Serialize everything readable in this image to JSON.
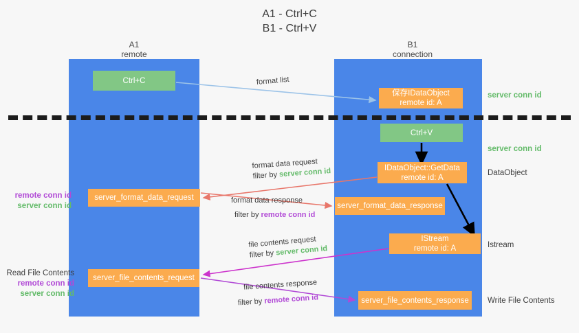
{
  "title": {
    "line1": "A1 - Ctrl+C",
    "line2": "B1 - Ctrl+V"
  },
  "columns": [
    {
      "name": "A1",
      "role": "remote"
    },
    {
      "name": "B1",
      "role": "connection"
    }
  ],
  "nodes": {
    "ctrl_c": {
      "line1": "Ctrl+C",
      "line2": "",
      "color": "#82c785"
    },
    "save_idataobject": {
      "line1": "保存IDataObject",
      "line2": "remote id: A",
      "color": "#fbab4e"
    },
    "ctrl_v": {
      "line1": "Ctrl+V",
      "line2": "",
      "color": "#82c785"
    },
    "getdata": {
      "line1": "IDataObject::GetData",
      "line2": "remote id: A",
      "color": "#fbab4e"
    },
    "format_data_request": {
      "line1": "server_format_data_request",
      "line2": "",
      "color": "#fbab4e"
    },
    "format_data_response": {
      "line1": "server_format_data_response",
      "line2": "",
      "color": "#fbab4e"
    },
    "istream": {
      "line1": "IStream",
      "line2": "remote id: A",
      "color": "#fbab4e"
    },
    "file_contents_request": {
      "line1": "server_file_contents_request",
      "line2": "",
      "color": "#fbab4e"
    },
    "file_contents_response": {
      "line1": "server_file_contents_response",
      "line2": "",
      "color": "#fbab4e"
    }
  },
  "edge_labels": {
    "format_list": "format list",
    "format_data_request": {
      "line1": "format data request",
      "filter_prefix": "filter by ",
      "filter_value": "server conn id"
    },
    "format_data_response": {
      "line1": "format data response",
      "filter_prefix": "filter by ",
      "filter_value": "remote conn id"
    },
    "file_contents_request": {
      "line1": "file contents request",
      "filter_prefix": "filter by ",
      "filter_value": "server conn id"
    },
    "file_contents_response": {
      "line1": "file contents response",
      "filter_prefix": "filter by ",
      "filter_value": "remote conn id"
    }
  },
  "right_labels": {
    "server_conn_id_top": "server conn id",
    "server_conn_id_mid": "server conn id",
    "dataobject": "DataObject",
    "istream": "Istream",
    "write_file_contents": "Write File Contents"
  },
  "left_labels": {
    "group1": {
      "remote": "remote conn id",
      "server": "server conn id"
    },
    "group2": {
      "heading": "Read File Contents",
      "remote": "remote conn id",
      "server": "server conn id"
    }
  },
  "colors": {
    "lane": "#4a86e8",
    "green_node": "#82c785",
    "orange_node": "#fbab4e",
    "server_conn_id": "#64bb6a",
    "remote_conn_id": "#b14ad6",
    "arrow_light_blue": "#9cc3e8",
    "arrow_red": "#e8766a",
    "arrow_magenta": "#cc33cc",
    "arrow_purple": "#b14ad6",
    "arrow_black": "#000000",
    "background": "#f7f7f7",
    "divider": "#1c1c1c"
  }
}
